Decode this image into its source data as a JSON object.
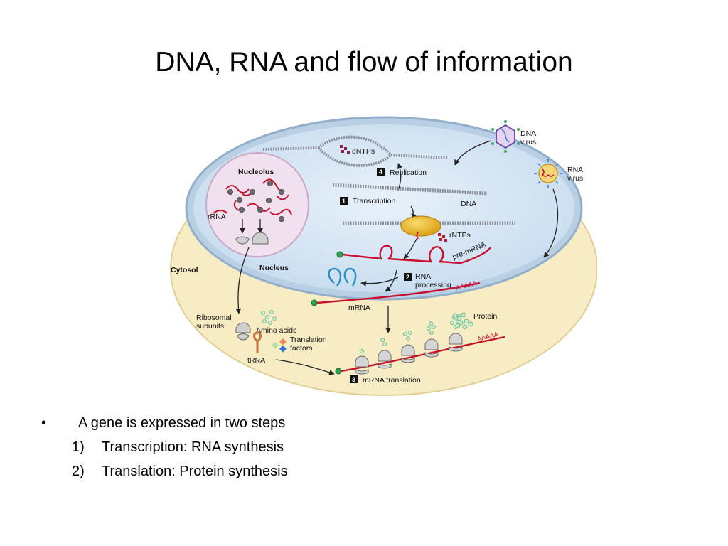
{
  "title": "DNA, RNA and flow of information",
  "diagram": {
    "labels": {
      "nucleolus": "Nucleolus",
      "rrna": "rRNA",
      "nucleus": "Nucleus",
      "cytosol": "Cytosol",
      "dntps": "dNTPs",
      "replication": "Replication",
      "transcription": "Transcription",
      "dna": "DNA",
      "rntps": "rNTPs",
      "pre_mrna": "pre-mRNA",
      "rna_processing_1": "RNA",
      "rna_processing_2": "processing",
      "polya_1": "AAAAA",
      "mrna": "mRNA",
      "ribosomal_1": "Ribosomal",
      "ribosomal_2": "subunits",
      "amino_acids": "Amino acids",
      "translation_factors_1": "Translation",
      "translation_factors_2": "factors",
      "trna": "tRNA",
      "protein": "Protein",
      "polya_2": "AAAAA",
      "mrna_translation": "mRNA translation",
      "dna_virus_1": "DNA",
      "dna_virus_2": "virus",
      "rna_virus_1": "RNA",
      "rna_virus_2": "virus"
    },
    "steps": {
      "s1": "1",
      "s2": "2",
      "s3": "3",
      "s4": "4"
    },
    "colors": {
      "cytosol": "#f7ecc4",
      "nucleus": "#dceaf6",
      "nucleolus": "#f1e1ef",
      "rna": "#c8102e",
      "dna": "#8a8f9a",
      "polymerase": "#e7b21d",
      "amino": "#8fd3a3"
    }
  },
  "bullets": {
    "main": "A gene is expressed in two steps",
    "marker": "•",
    "items": [
      {
        "num": "1)",
        "text": "Transcription: RNA synthesis"
      },
      {
        "num": "2)",
        "text": "Translation: Protein synthesis"
      }
    ]
  }
}
